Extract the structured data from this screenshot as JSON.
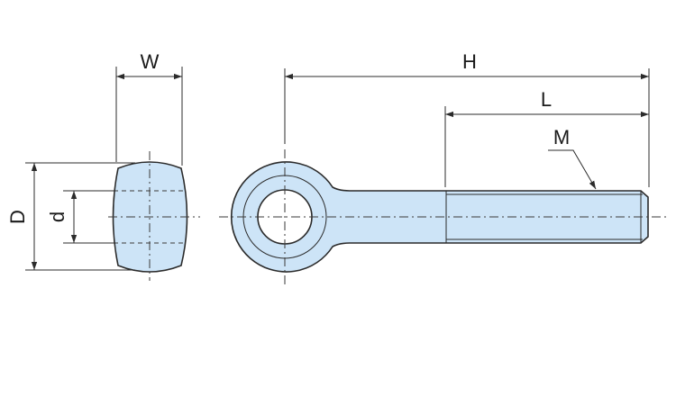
{
  "labels": {
    "W": "W",
    "H": "H",
    "L": "L",
    "M": "M",
    "D": "D",
    "d": "d"
  },
  "colors": {
    "part_fill": "#cde4f7",
    "line": "#2b2b2b"
  }
}
